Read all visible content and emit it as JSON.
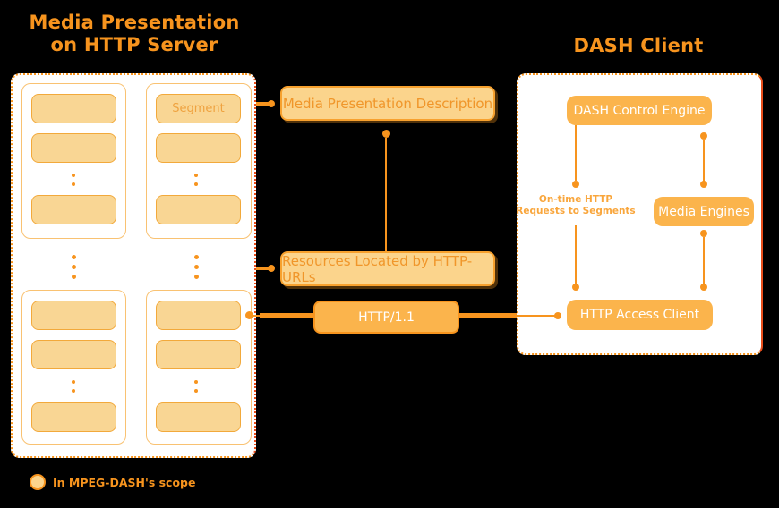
{
  "titles": {
    "server_line1": "Media Presentation",
    "server_line2": "on HTTP Server",
    "client": "DASH Client"
  },
  "server": {
    "segment_label": "Segment"
  },
  "boxes": {
    "mpd": "Media Presentation Description",
    "resources": "Resources Located by HTTP-URLs",
    "http11": "HTTP/1.1",
    "dash_control_engine": "DASH Control Engine",
    "media_engines": "Media Engines",
    "http_access_client": "HTTP Access Client"
  },
  "labels": {
    "on_time_line1": "On-time HTTP",
    "on_time_line2": "Requests to Segments"
  },
  "legend": {
    "text": "In MPEG-DASH's scope"
  },
  "colors": {
    "accent_orange": "#F7941E",
    "solid_fill": "#FBB44C",
    "light_fill": "#FBD48C",
    "segment_fill": "#F9D694",
    "container_right_border": "#E94E1B",
    "background": "#000000",
    "box_text_white": "#FFFFFF"
  }
}
